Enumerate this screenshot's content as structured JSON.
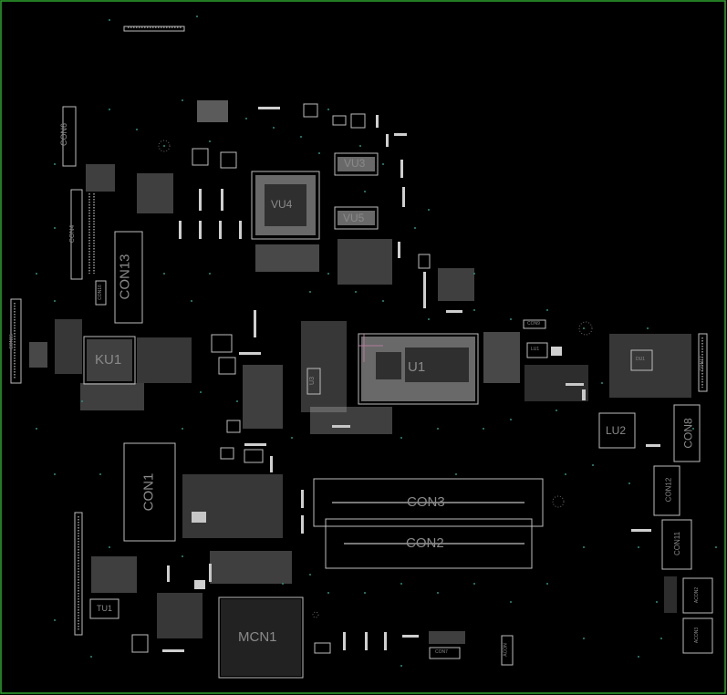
{
  "board": {
    "colors": {
      "background": "#000000",
      "outline": "#2fa52f",
      "silk": "#bdbdbd",
      "label": "#8a8a8a",
      "via": "#2e8f7d",
      "pad": "#d0d0d0"
    },
    "labels": {
      "con6": "CON6",
      "con4": "CON4",
      "con13": "CON13",
      "con15": "CON15",
      "ku1": "KU1",
      "vu4": "VU4",
      "vu3": "VU3",
      "vu5": "VU5",
      "u1": "U1",
      "u3": "U3",
      "con1": "CON1",
      "con3": "CON3",
      "con2": "CON2",
      "mcn1": "MCN1",
      "tu1": "TU1",
      "lu2": "LU2",
      "con8": "CON8",
      "con12": "CON12",
      "con11": "CON11",
      "acon2": "ACON2",
      "acon3": "ACON3",
      "con7": "CON7",
      "acon": "ACON",
      "du1": "DU1",
      "con9": "CON9",
      "con16": "CON16",
      "lu1": "LU1",
      "con17": "CON17"
    }
  }
}
